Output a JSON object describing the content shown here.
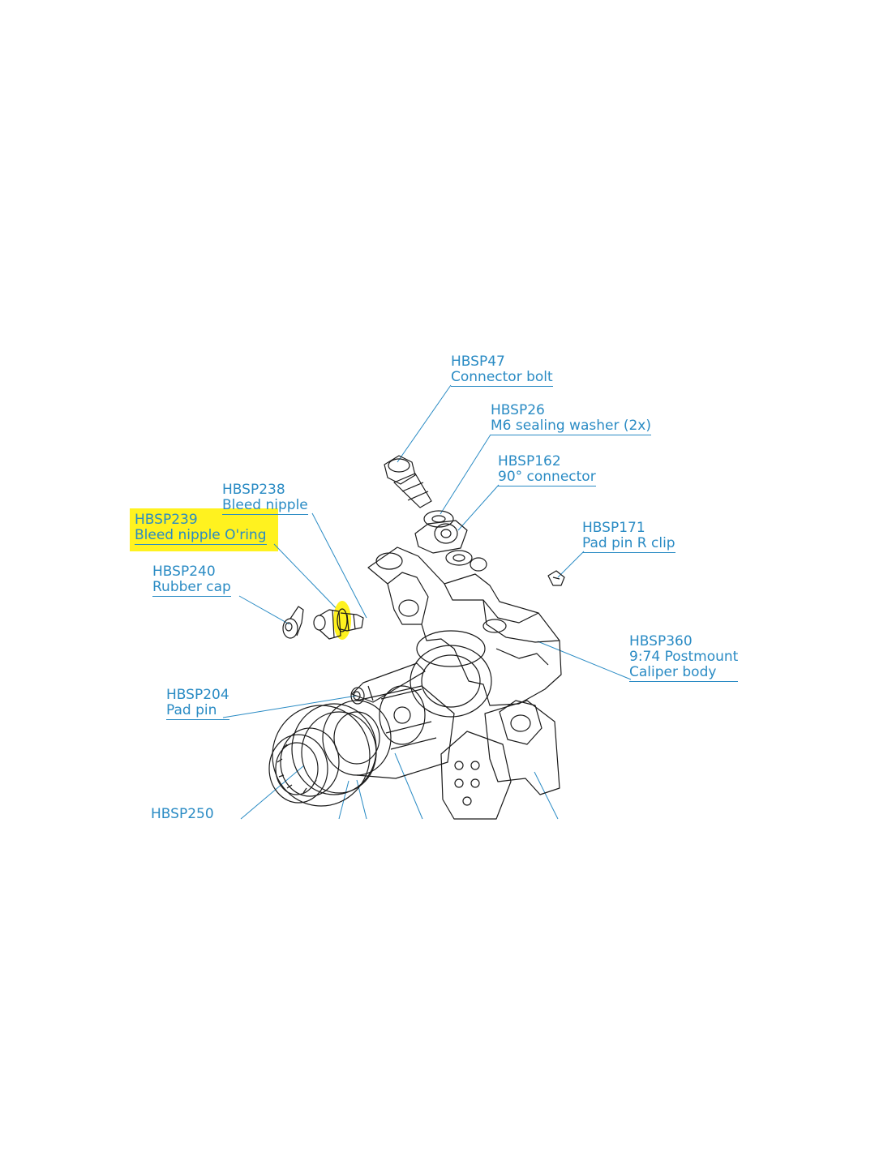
{
  "highlight_color": "#fff21f",
  "label_color": "#2a8bc4",
  "callouts": [
    {
      "part": "HBSP47",
      "desc": "Connector bolt"
    },
    {
      "part": "HBSP26",
      "desc": "M6 sealing washer (2x)"
    },
    {
      "part": "HBSP162",
      "desc": "90° connector"
    },
    {
      "part": "HBSP238",
      "desc": "Bleed nipple"
    },
    {
      "part": "HBSP239",
      "desc": "Bleed nipple O'ring",
      "highlighted": true
    },
    {
      "part": "HBSP171",
      "desc": "Pad pin R clip"
    },
    {
      "part": "HBSP240",
      "desc": "Rubber cap"
    },
    {
      "part": "HBSP360",
      "desc": "9:74 Postmount",
      "desc2": "Caliper body"
    },
    {
      "part": "HBSP204",
      "desc": "Pad pin"
    },
    {
      "part": "HBSP250",
      "desc": ""
    }
  ]
}
